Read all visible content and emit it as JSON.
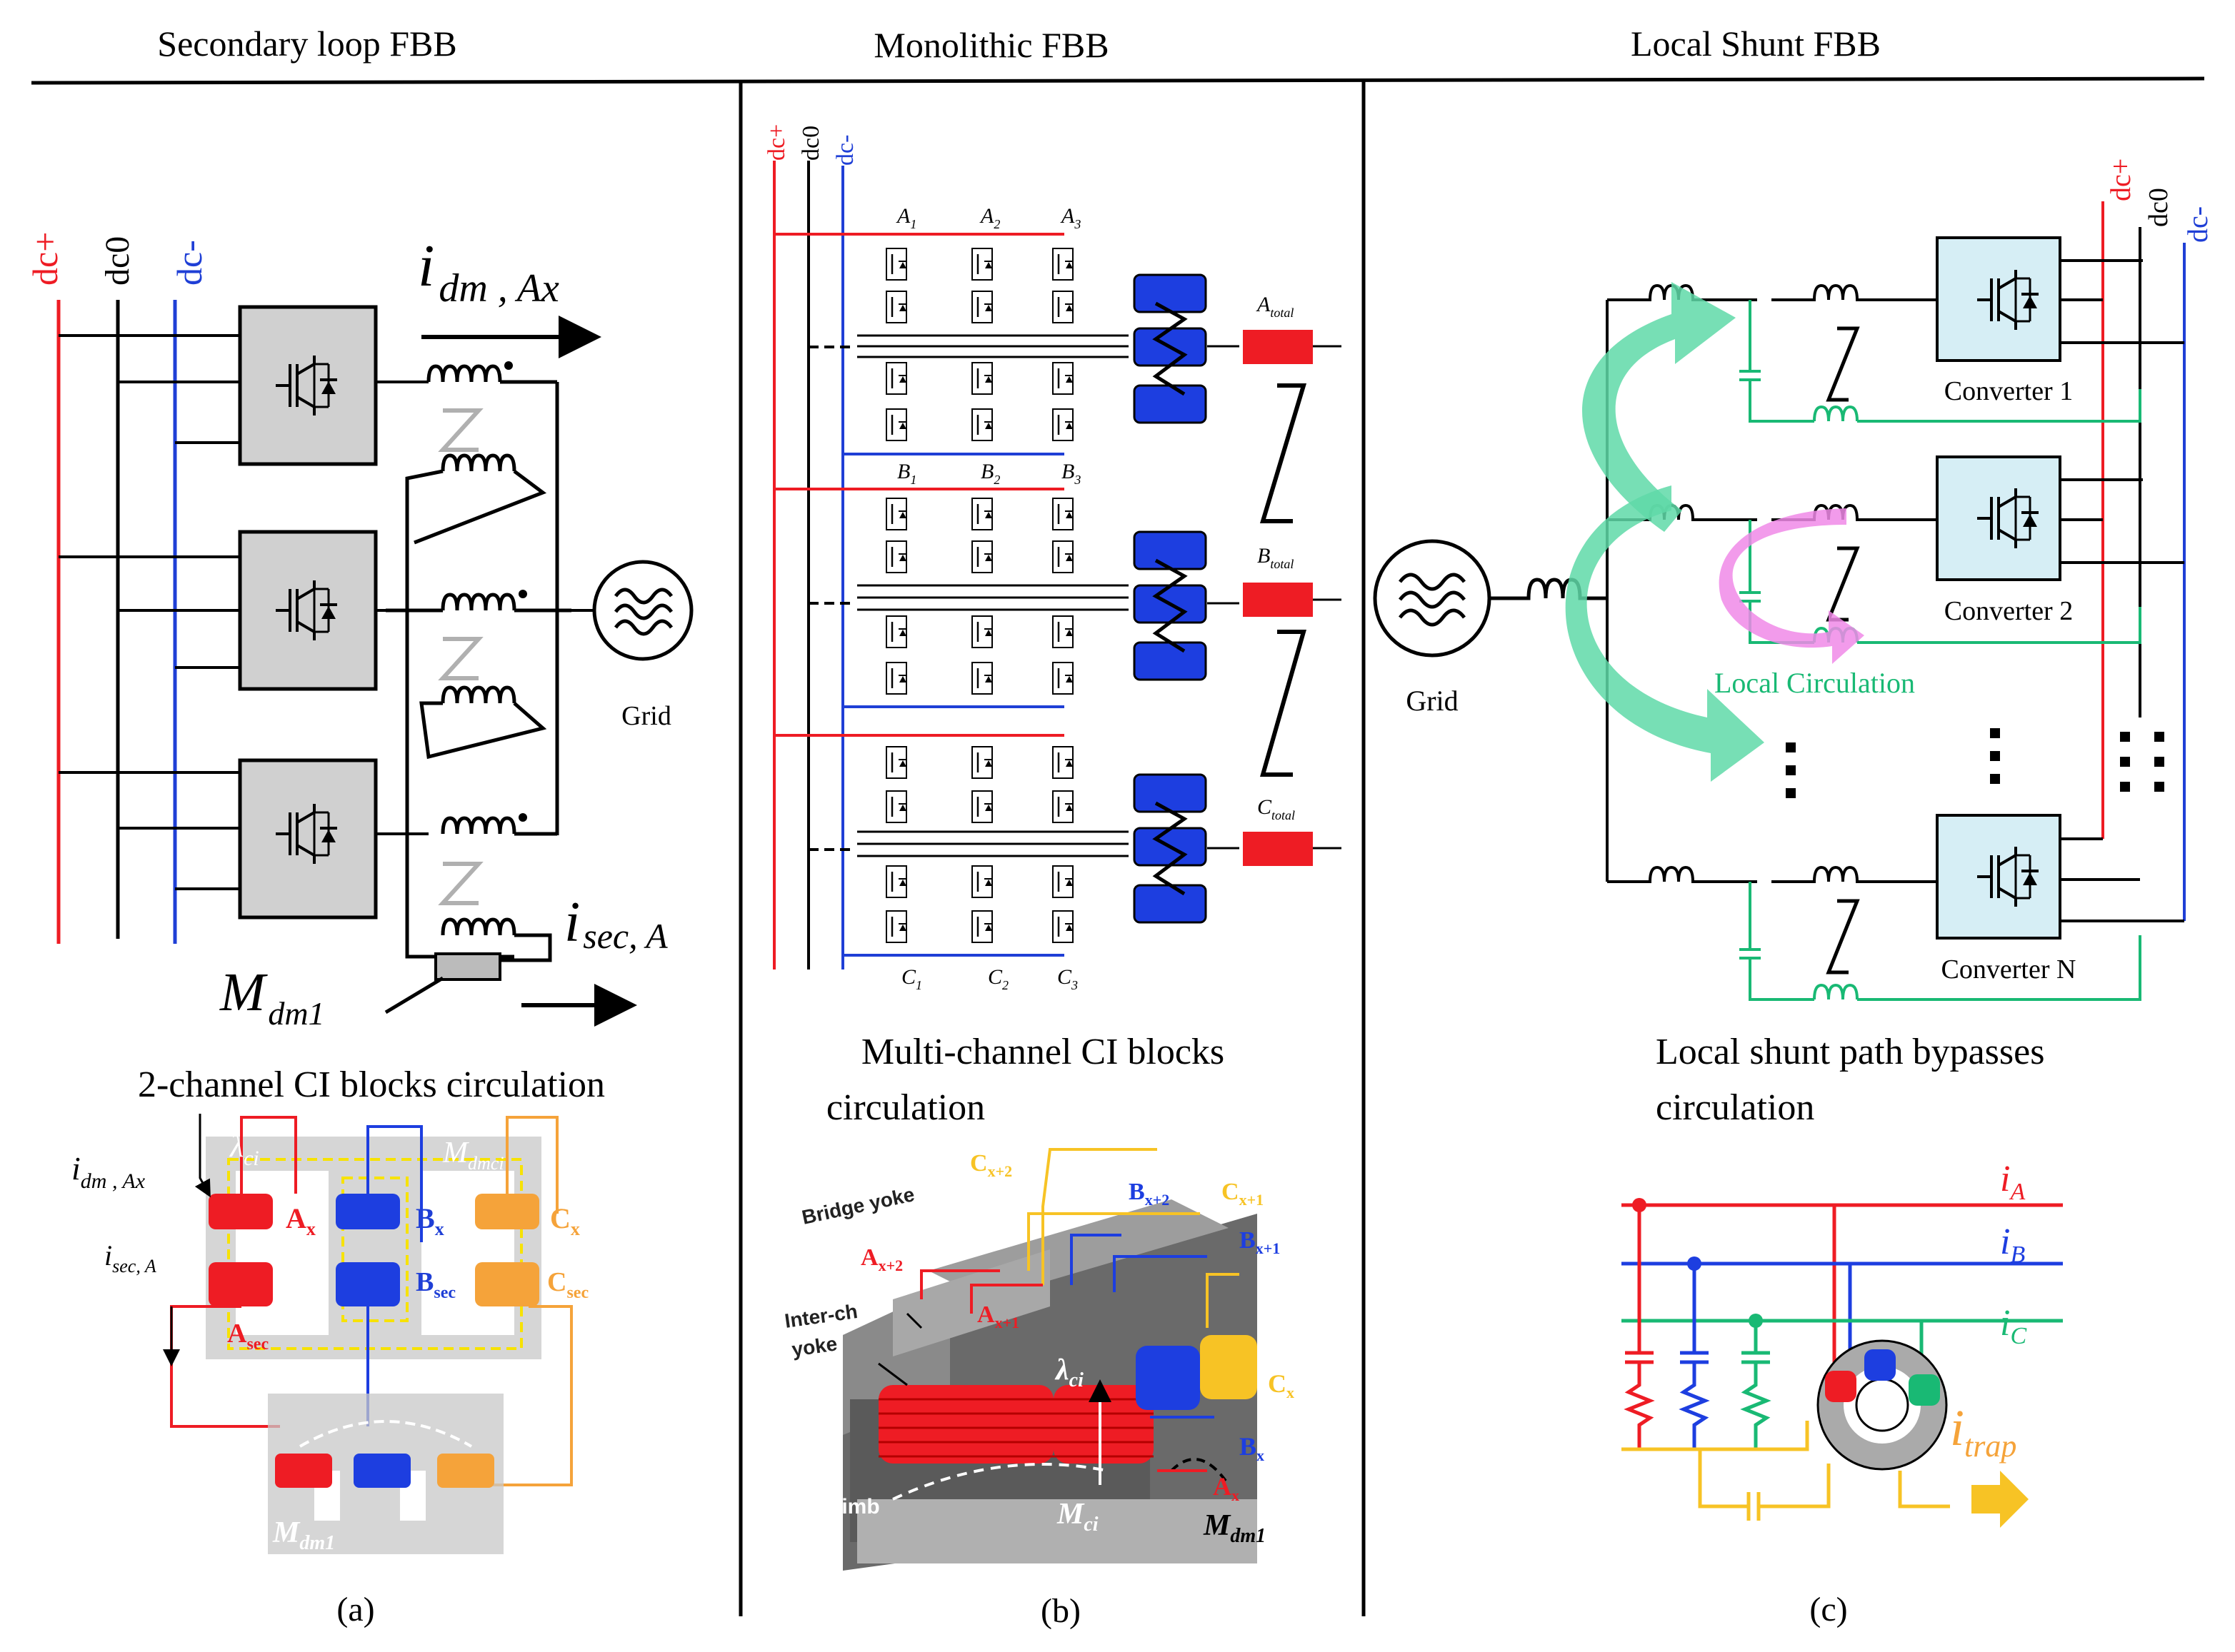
{
  "panel_titles": {
    "a": "Secondary loop FBB",
    "b": "Monolithic FBB",
    "c": "Local Shunt FBB"
  },
  "bus_labels": {
    "dc_plus": "dc+",
    "dc_zero": "dc0",
    "dc_minus": "dc-"
  },
  "panel_a": {
    "current_dm": {
      "main": "i",
      "sub": "dm , Ax"
    },
    "current_sec": {
      "main": "i",
      "sub": "sec, A"
    },
    "mutual": {
      "main": "M",
      "sub": "dm1"
    },
    "grid_label": "Grid",
    "block_caption": "2-channel CI blocks circulation",
    "core": {
      "lambda": {
        "main": "λ",
        "sub": "ci"
      },
      "m_dmci": {
        "main": "M",
        "sub": "dmci"
      },
      "ax": {
        "main": "A",
        "sub": "x"
      },
      "bx": {
        "main": "B",
        "sub": "x"
      },
      "cx": {
        "main": "C",
        "sub": "x"
      },
      "asec": {
        "main": "A",
        "sub": "sec"
      },
      "bsec": {
        "main": "B",
        "sub": "sec"
      },
      "csec": {
        "main": "C",
        "sub": "sec"
      },
      "i_dm": {
        "main": "i",
        "sub": "dm , Ax"
      },
      "i_sec": {
        "main": "i",
        "sub": "sec, A"
      },
      "mdm1": {
        "main": "M",
        "sub": "dm1"
      }
    },
    "sub_caption": "(a)"
  },
  "panel_b": {
    "col_top": [
      {
        "main": "A",
        "sub": "1"
      },
      {
        "main": "A",
        "sub": "2"
      },
      {
        "main": "A",
        "sub": "3"
      }
    ],
    "col_mid": [
      {
        "main": "B",
        "sub": "1"
      },
      {
        "main": "B",
        "sub": "2"
      },
      {
        "main": "B",
        "sub": "3"
      }
    ],
    "col_bottom": [
      {
        "main": "C",
        "sub": "1"
      },
      {
        "main": "C",
        "sub": "2"
      },
      {
        "main": "C",
        "sub": "3"
      }
    ],
    "totals": [
      {
        "main": "A",
        "sub": "total"
      },
      {
        "main": "B",
        "sub": "total"
      },
      {
        "main": "C",
        "sub": "total"
      }
    ],
    "block_caption_line1": "Multi-channel CI blocks",
    "block_caption_line2": "circulation",
    "core3d": {
      "bridge_yoke": "Bridge yoke",
      "inter_ch_line1": "Inter-ch",
      "inter_ch_line2": "yoke",
      "limb": "Limb",
      "cx2": {
        "main": "C",
        "sub": "x+2"
      },
      "bx2": {
        "main": "B",
        "sub": "x+2"
      },
      "cx1": {
        "main": "C",
        "sub": "x+1"
      },
      "bx1": {
        "main": "B",
        "sub": "x+1"
      },
      "ax2": {
        "main": "A",
        "sub": "x+2"
      },
      "ax1": {
        "main": "A",
        "sub": "x+1"
      },
      "lambda": {
        "main": "λ",
        "sub": "ci"
      },
      "cx": {
        "main": "C",
        "sub": "x"
      },
      "bx": {
        "main": "B",
        "sub": "x"
      },
      "ax": {
        "main": "A",
        "sub": "x"
      },
      "mci": {
        "main": "M",
        "sub": "ci"
      },
      "mdm1": {
        "main": "M",
        "sub": "dm1"
      }
    },
    "sub_caption": "(b)"
  },
  "panel_c": {
    "converters": [
      "Converter 1",
      "Converter 2",
      "Converter N"
    ],
    "grid_label": "Grid",
    "local_circulation": "Local Circulation",
    "block_caption_line1": "Local shunt path bypasses",
    "block_caption_line2": "circulation",
    "currents": {
      "ia": {
        "main": "i",
        "sub": "A"
      },
      "ib": {
        "main": "i",
        "sub": "B"
      },
      "ic": {
        "main": "i",
        "sub": "C"
      },
      "itrap": {
        "main": "i",
        "sub": "trap"
      }
    },
    "sub_caption": "(c)"
  },
  "colors": {
    "red": "#ee1c24",
    "blue": "#1f3fd6",
    "block_blue": "#1d3ee0",
    "orange": "#f5a33a",
    "yellow": "#f7c325",
    "green": "#19b974",
    "teal_arrow": "#5fd9a8",
    "pink_arrow": "#f08ae8",
    "converter_fill": "#d6eef5",
    "block_grey": "#d0d0d0"
  }
}
